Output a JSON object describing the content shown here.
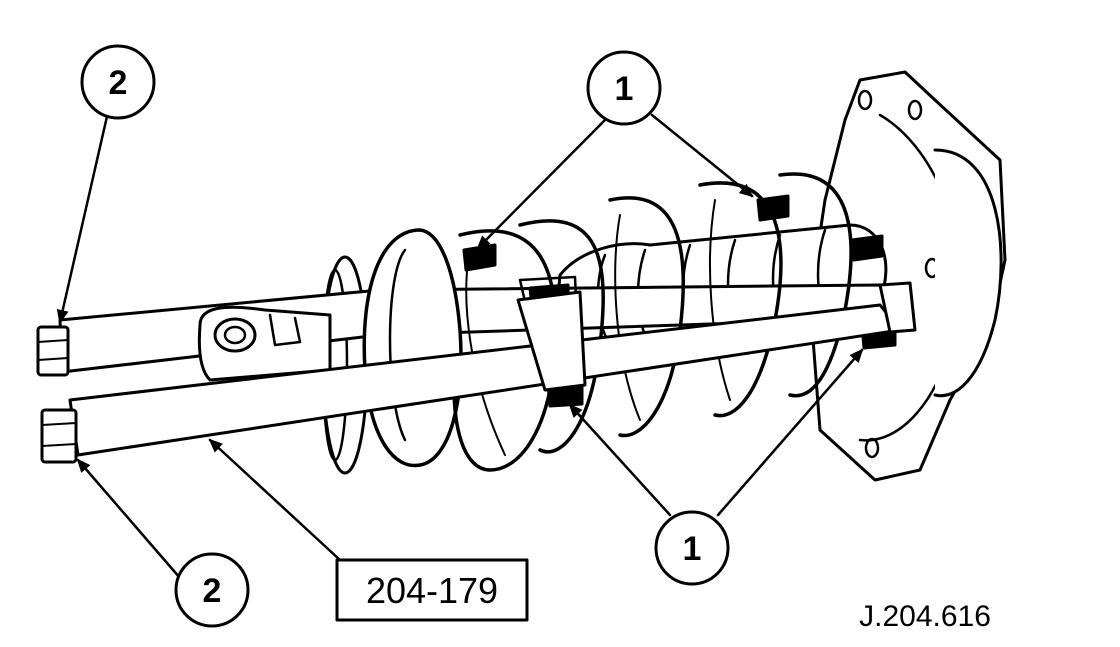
{
  "diagram": {
    "callouts": [
      {
        "id": "callout-2-top",
        "label": "2"
      },
      {
        "id": "callout-1-top",
        "label": "1"
      },
      {
        "id": "callout-1-bottom",
        "label": "1"
      },
      {
        "id": "callout-2-bottom",
        "label": "2"
      }
    ],
    "tool_label": "204-179",
    "figure_ref": "J.204.616",
    "colors": {
      "ink": "#000000",
      "paper": "#ffffff"
    }
  }
}
